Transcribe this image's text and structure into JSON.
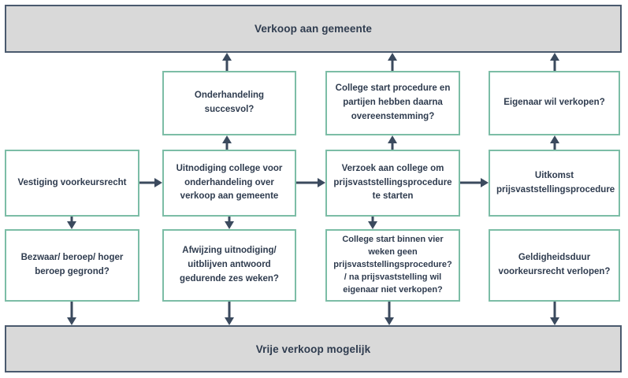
{
  "diagram": {
    "title_top": "Verkoop aan gemeente",
    "title_bottom": "Vrije verkoop mogelijk",
    "colors": {
      "bar_fill": "#d9d9d9",
      "bar_border": "#4a5a6e",
      "node_border": "#7cbda6",
      "node_fill": "#ffffff",
      "arrow": "#3b4a5e",
      "text": "#2f3c4f"
    },
    "row_decision_top": [
      {
        "label": "Onderhandeling succesvol?"
      },
      {
        "label": "College start procedure en partijen hebben daarna overeenstemming?"
      },
      {
        "label": "Eigenaar wil verkopen?"
      }
    ],
    "row_process": [
      {
        "label": "Vestiging voorkeursrecht"
      },
      {
        "label": "Uitnodiging college voor onderhandeling over verkoop aan gemeente"
      },
      {
        "label": "Verzoek aan college om prijsvaststellingsprocedure te starten"
      },
      {
        "label": "Uitkomst prijsvaststellingsprocedure"
      }
    ],
    "row_decision_bottom": [
      {
        "label": "Bezwaar/ beroep/ hoger beroep gegrond?"
      },
      {
        "label": "Afwijzing uitnodiging/ uitblijven antwoord gedurende zes weken?"
      },
      {
        "label": "College start binnen vier weken geen prijsvaststellingsprocedure? / na prijsvaststelling wil eigenaar niet verkopen?"
      },
      {
        "label": "Geldigheidsduur voorkeursrecht verlopen?"
      }
    ]
  }
}
